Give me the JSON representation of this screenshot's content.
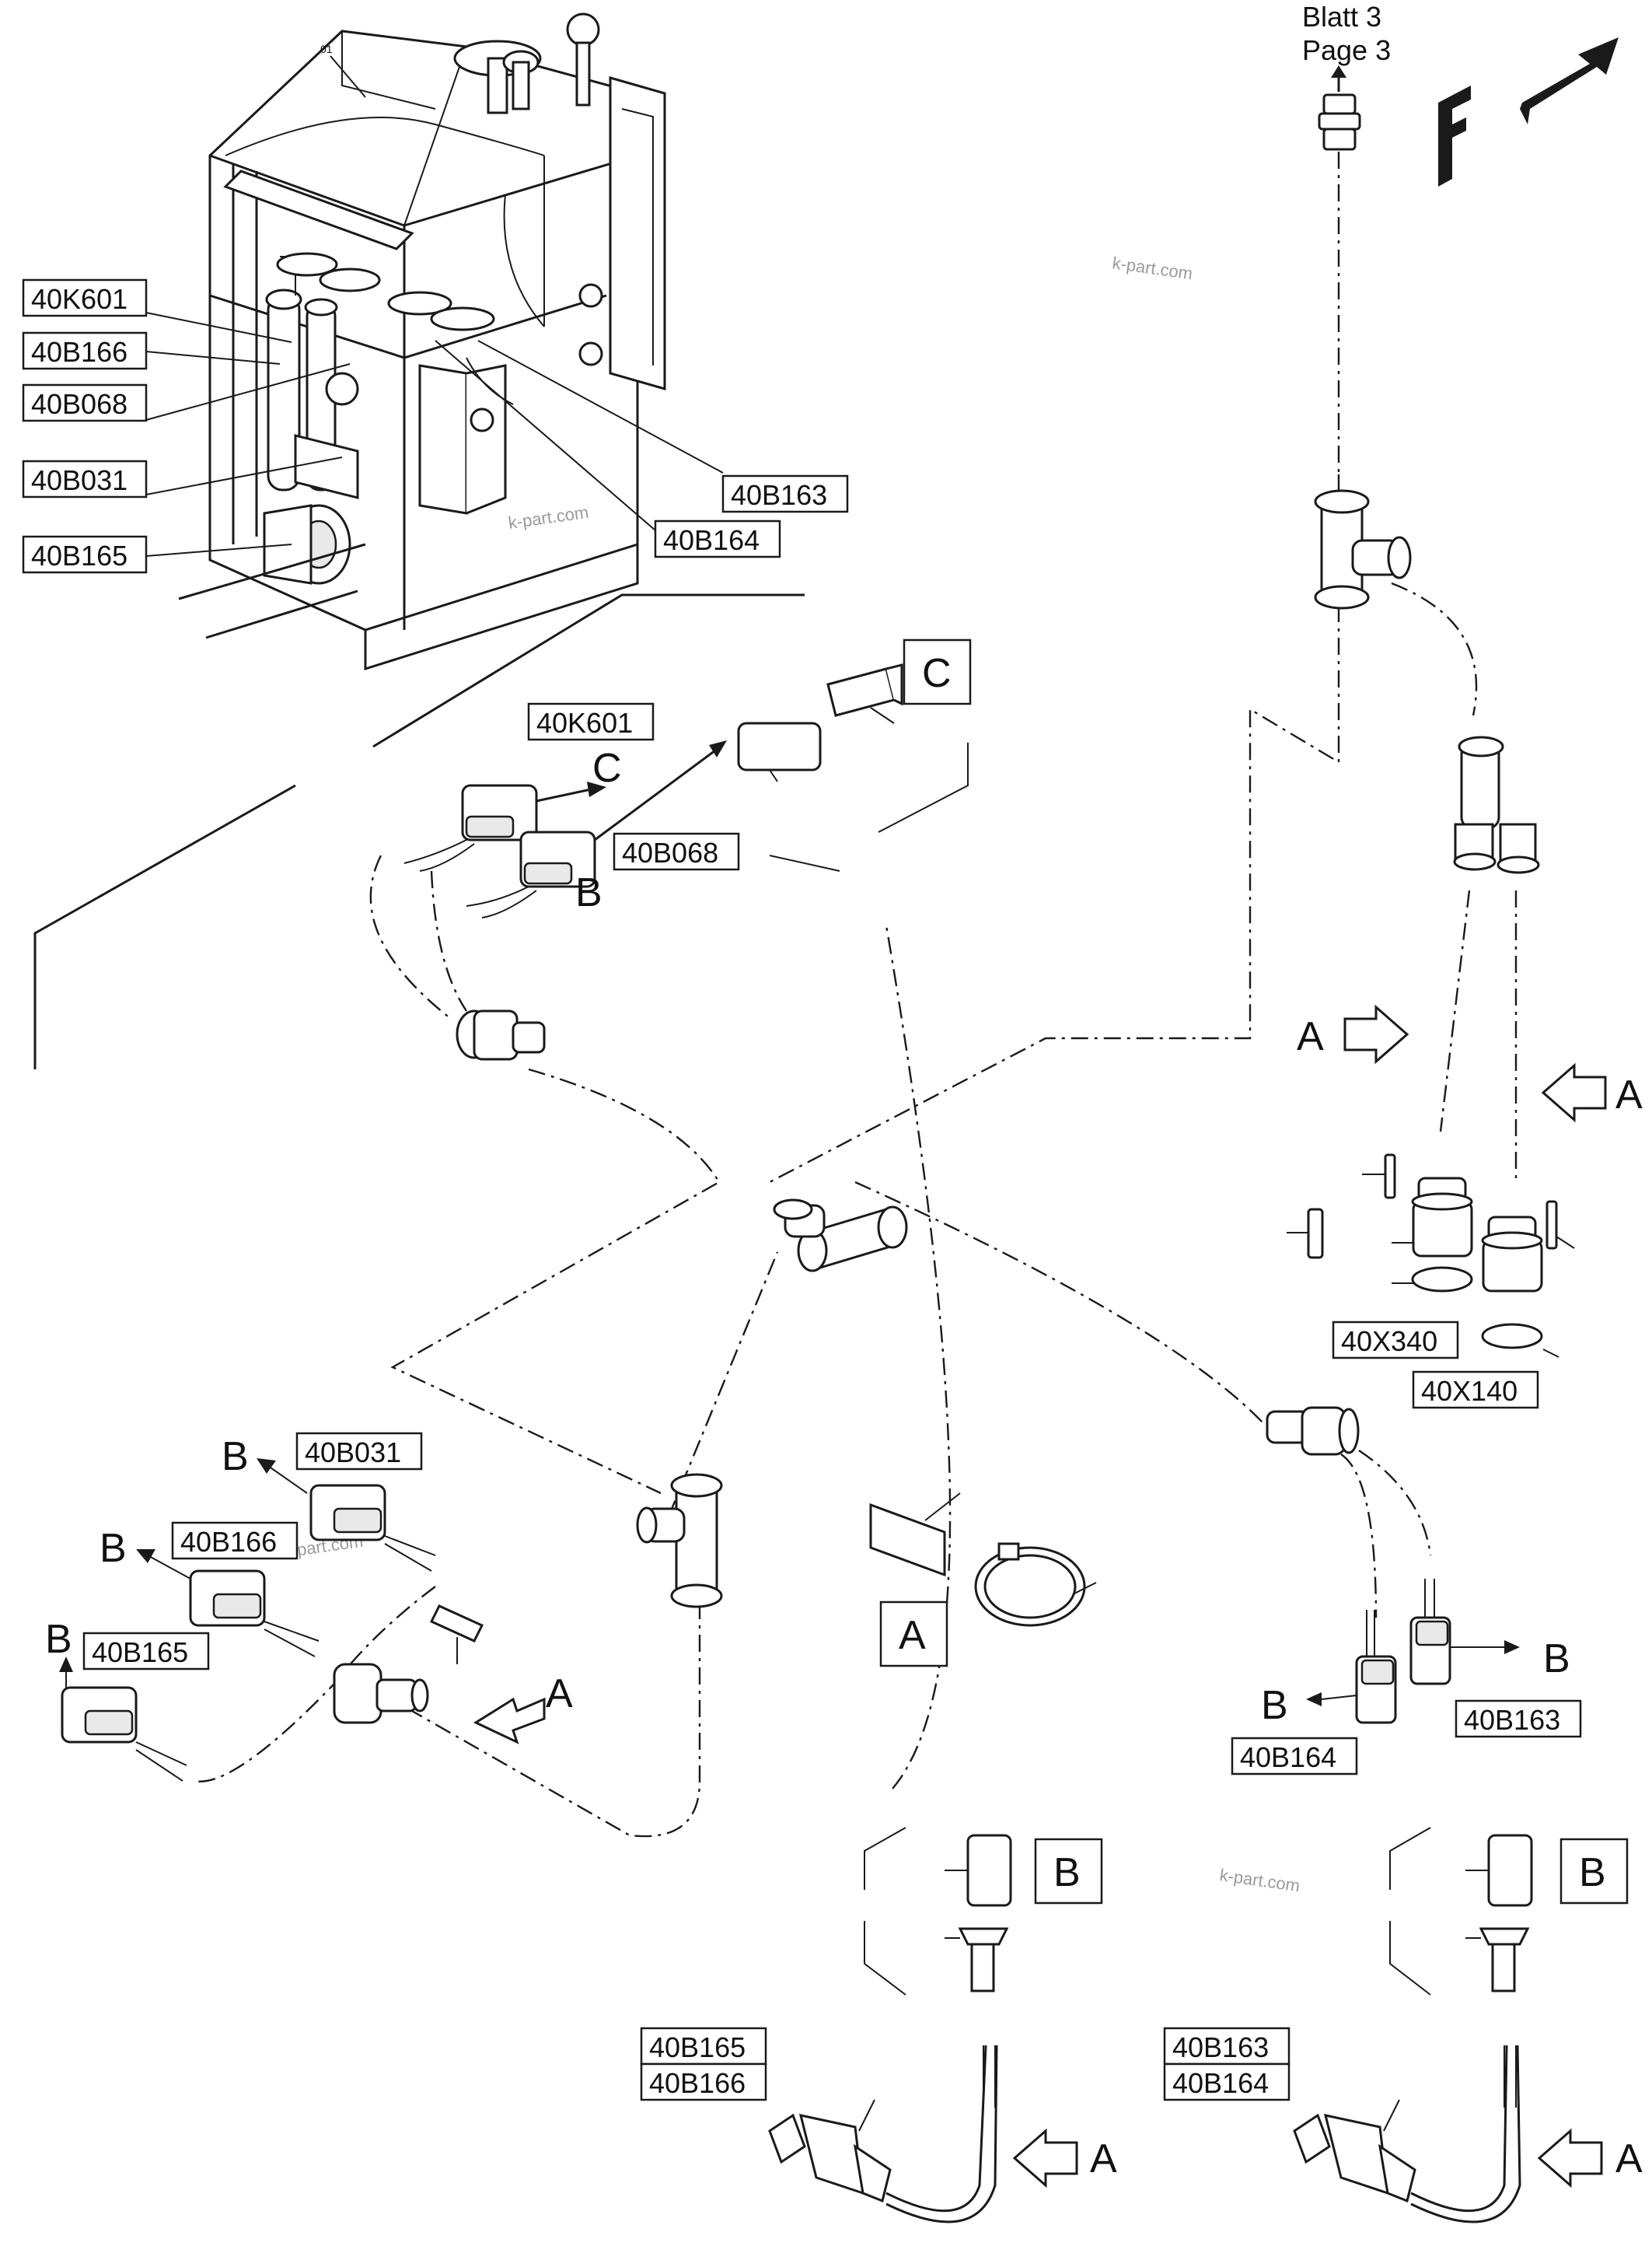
{
  "sheet_ref": {
    "line1": "Blatt 3",
    "line2": "Page 3"
  },
  "orientation_letter": "F",
  "watermark": "k-part.com",
  "item_no": "01",
  "labels": {
    "k601": "40K601",
    "b166": "40B166",
    "b068": "40B068",
    "b031": "40B031",
    "b165": "40B165",
    "b163": "40B163",
    "b164": "40B164",
    "x340": "40X340",
    "x140": "40X140"
  },
  "letters": {
    "a": "A",
    "b": "B",
    "c": "C"
  }
}
